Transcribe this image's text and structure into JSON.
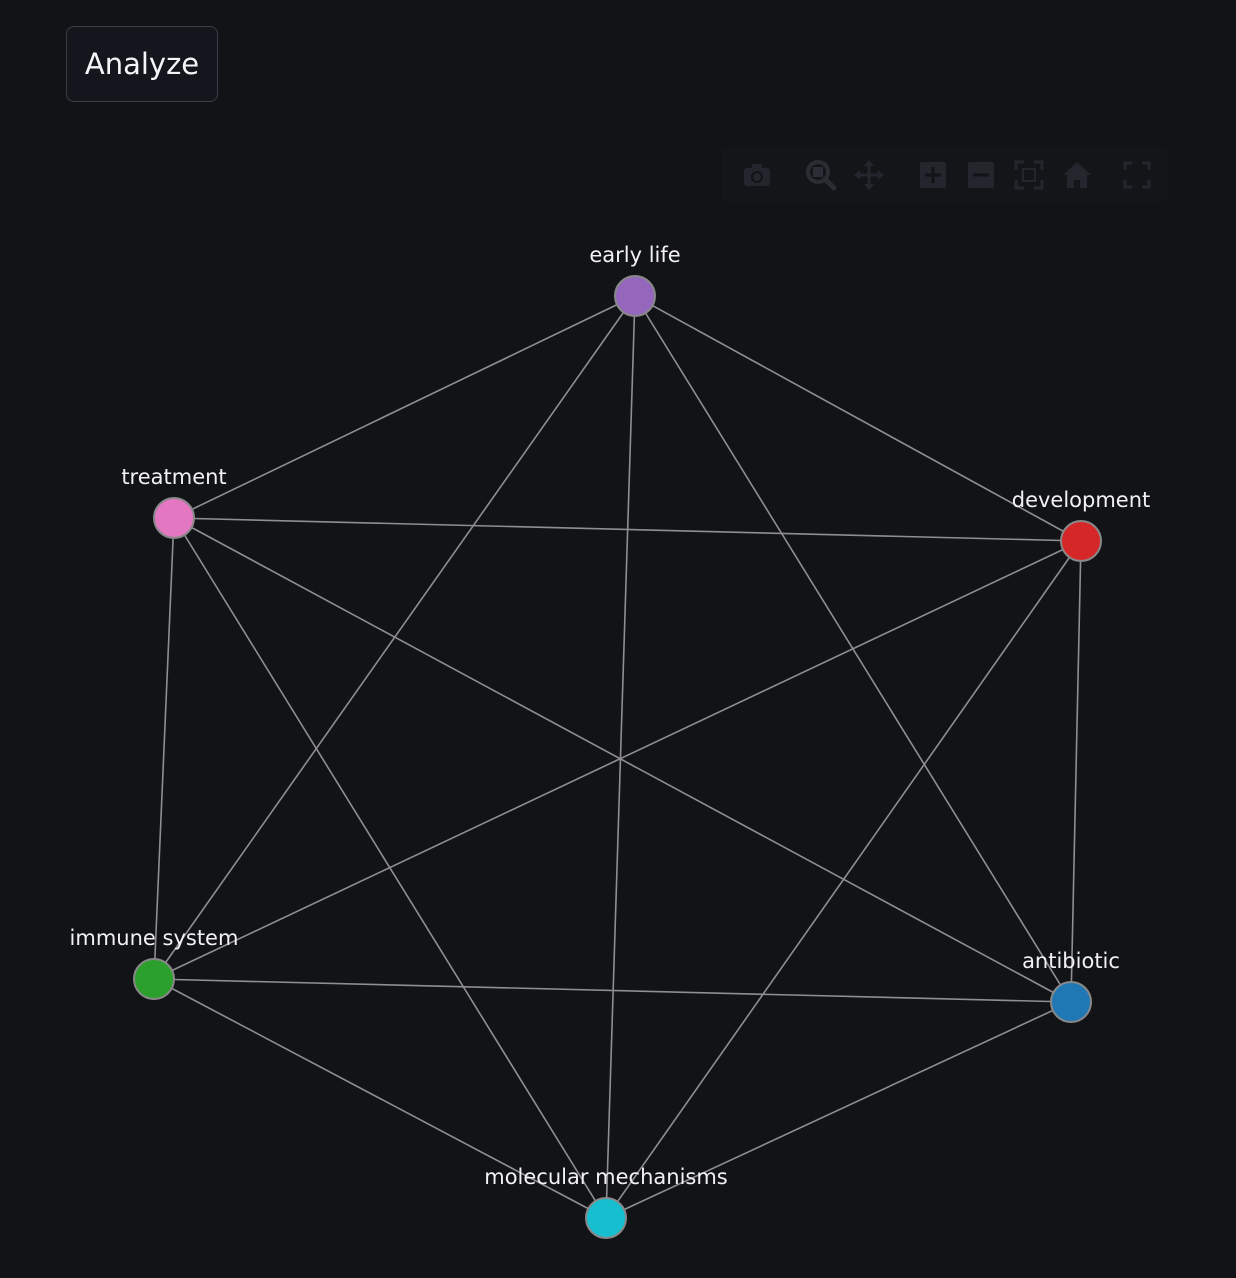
{
  "analyze_button": {
    "label": "Analyze"
  },
  "modebar": {
    "icons": [
      "camera-icon",
      "zoom-icon",
      "pan-icon",
      "zoom-in-icon",
      "zoom-out-icon",
      "autoscale-icon",
      "reset-axes-icon",
      "fullscreen-icon"
    ]
  },
  "graph": {
    "nodes": [
      {
        "id": "early-life",
        "label": "early life",
        "color": "#9467bd"
      },
      {
        "id": "development",
        "label": "development",
        "color": "#d62728"
      },
      {
        "id": "antibiotic",
        "label": "antibiotic",
        "color": "#1f77b4"
      },
      {
        "id": "molecular-mechanisms",
        "label": "molecular mechanisms",
        "color": "#17becf"
      },
      {
        "id": "immune-system",
        "label": "immune system",
        "color": "#2ca02c"
      },
      {
        "id": "treatment",
        "label": "treatment",
        "color": "#e377c2"
      }
    ],
    "edges": [
      [
        "early-life",
        "development"
      ],
      [
        "early-life",
        "antibiotic"
      ],
      [
        "early-life",
        "molecular-mechanisms"
      ],
      [
        "early-life",
        "immune-system"
      ],
      [
        "early-life",
        "treatment"
      ],
      [
        "development",
        "antibiotic"
      ],
      [
        "development",
        "molecular-mechanisms"
      ],
      [
        "development",
        "immune-system"
      ],
      [
        "development",
        "treatment"
      ],
      [
        "antibiotic",
        "molecular-mechanisms"
      ],
      [
        "antibiotic",
        "immune-system"
      ],
      [
        "antibiotic",
        "treatment"
      ],
      [
        "molecular-mechanisms",
        "immune-system"
      ],
      [
        "molecular-mechanisms",
        "treatment"
      ],
      [
        "immune-system",
        "treatment"
      ]
    ],
    "edge_color": "#8e8e93",
    "background": "#111317"
  }
}
